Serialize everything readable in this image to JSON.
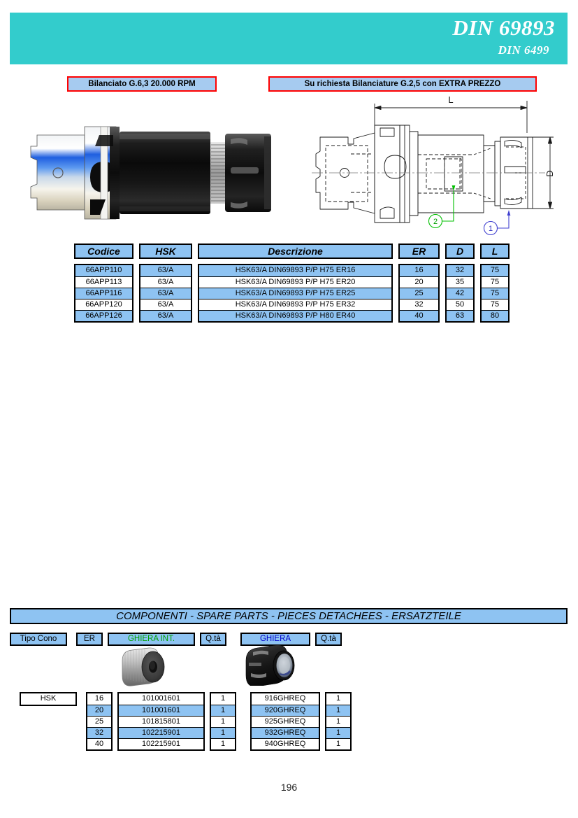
{
  "header": {
    "title": "DIN 69893",
    "subtitle": "DIN 6499",
    "band_color": "#33CCCC"
  },
  "banners": {
    "balanced": "Bilanciato G.6,3 20.000 RPM",
    "on_request": "Su richiesta Bilanciature G.2,5 con EXTRA PREZZO",
    "border_color": "#FF0000",
    "fill_color": "#A6CBF0"
  },
  "drawing": {
    "length_label": "L",
    "diameter_label": "D",
    "callout_2": "2",
    "callout_1": "1",
    "callout_2_color": "#00C000",
    "callout_1_color": "#4040D0"
  },
  "main_table": {
    "headers": {
      "codice": "Codice",
      "hsk": "HSK",
      "descrizione": "Descrizione",
      "er": "ER",
      "d": "D",
      "l": "L"
    },
    "rows": [
      {
        "codice": "66APP110",
        "hsk": "63/A",
        "descrizione": "HSK63/A DIN69893 P/P H75 ER16",
        "er": "16",
        "d": "32",
        "l": "75"
      },
      {
        "codice": "66APP113",
        "hsk": "63/A",
        "descrizione": "HSK63/A DIN69893 P/P H75 ER20",
        "er": "20",
        "d": "35",
        "l": "75"
      },
      {
        "codice": "66APP116",
        "hsk": "63/A",
        "descrizione": "HSK63/A DIN69893 P/P H75 ER25",
        "er": "25",
        "d": "42",
        "l": "75"
      },
      {
        "codice": "66APP120",
        "hsk": "63/A",
        "descrizione": "HSK63/A DIN69893 P/P H75 ER32",
        "er": "32",
        "d": "50",
        "l": "75"
      },
      {
        "codice": "66APP126",
        "hsk": "63/A",
        "descrizione": "HSK63/A DIN69893 P/P H80 ER40",
        "er": "40",
        "d": "63",
        "l": "80"
      }
    ]
  },
  "spare_parts": {
    "title": "COMPONENTI - SPARE PARTS - PIECES DETACHEES - ERSATZTEILE",
    "headers": {
      "tipo_cono": "Tipo Cono",
      "er": "ER",
      "ghiera_int": "GHIERA INT.",
      "qta_1": "Q.tà",
      "ghiera": "GHIERA",
      "qta_2": "Q.tà"
    },
    "header_colors": {
      "ghiera_int": "#00A000",
      "ghiera": "#0000CC"
    },
    "cone_type": "HSK",
    "rows": [
      {
        "er": "16",
        "ghiera_int": "101001601",
        "qta_1": "1",
        "ghiera": "916GHREQ",
        "qta_2": "1"
      },
      {
        "er": "20",
        "ghiera_int": "101001601",
        "qta_1": "1",
        "ghiera": "920GHREQ",
        "qta_2": "1"
      },
      {
        "er": "25",
        "ghiera_int": "101815801",
        "qta_1": "1",
        "ghiera": "925GHREQ",
        "qta_2": "1"
      },
      {
        "er": "32",
        "ghiera_int": "102215901",
        "qta_1": "1",
        "ghiera": "932GHREQ",
        "qta_2": "1"
      },
      {
        "er": "40",
        "ghiera_int": "102215901",
        "qta_1": "1",
        "ghiera": "940GHREQ",
        "qta_2": "1"
      }
    ]
  },
  "footer": {
    "page_number": "196"
  }
}
